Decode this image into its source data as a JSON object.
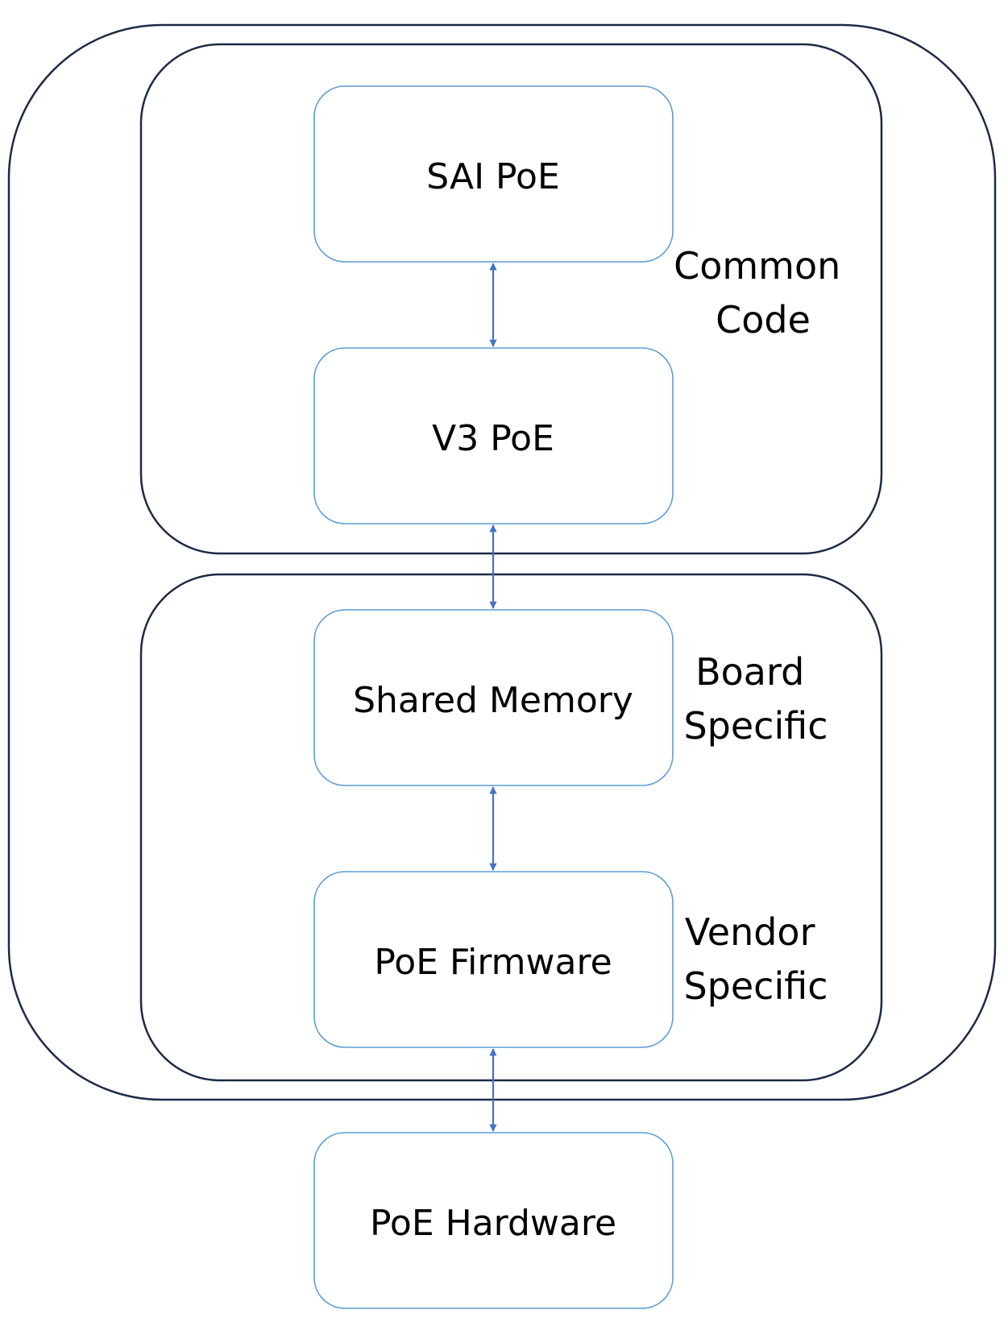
{
  "colors": {
    "outer_border": "#1b2a47",
    "box_border": "#5b9bd5",
    "arrow": "#4472c4",
    "text": "#000000",
    "background": "#ffffff"
  },
  "boxes": {
    "sai_poe": "SAI PoE",
    "v3_poe": "V3 PoE",
    "shared_memory": "Shared Memory",
    "poe_firmware": "PoE Firmware",
    "poe_hardware": "PoE Hardware"
  },
  "groups": {
    "common_code": [
      "Common",
      "Code"
    ],
    "board_specific": [
      "Board",
      "Specific"
    ],
    "vendor_specific": [
      "Vendor",
      "Specific"
    ]
  }
}
